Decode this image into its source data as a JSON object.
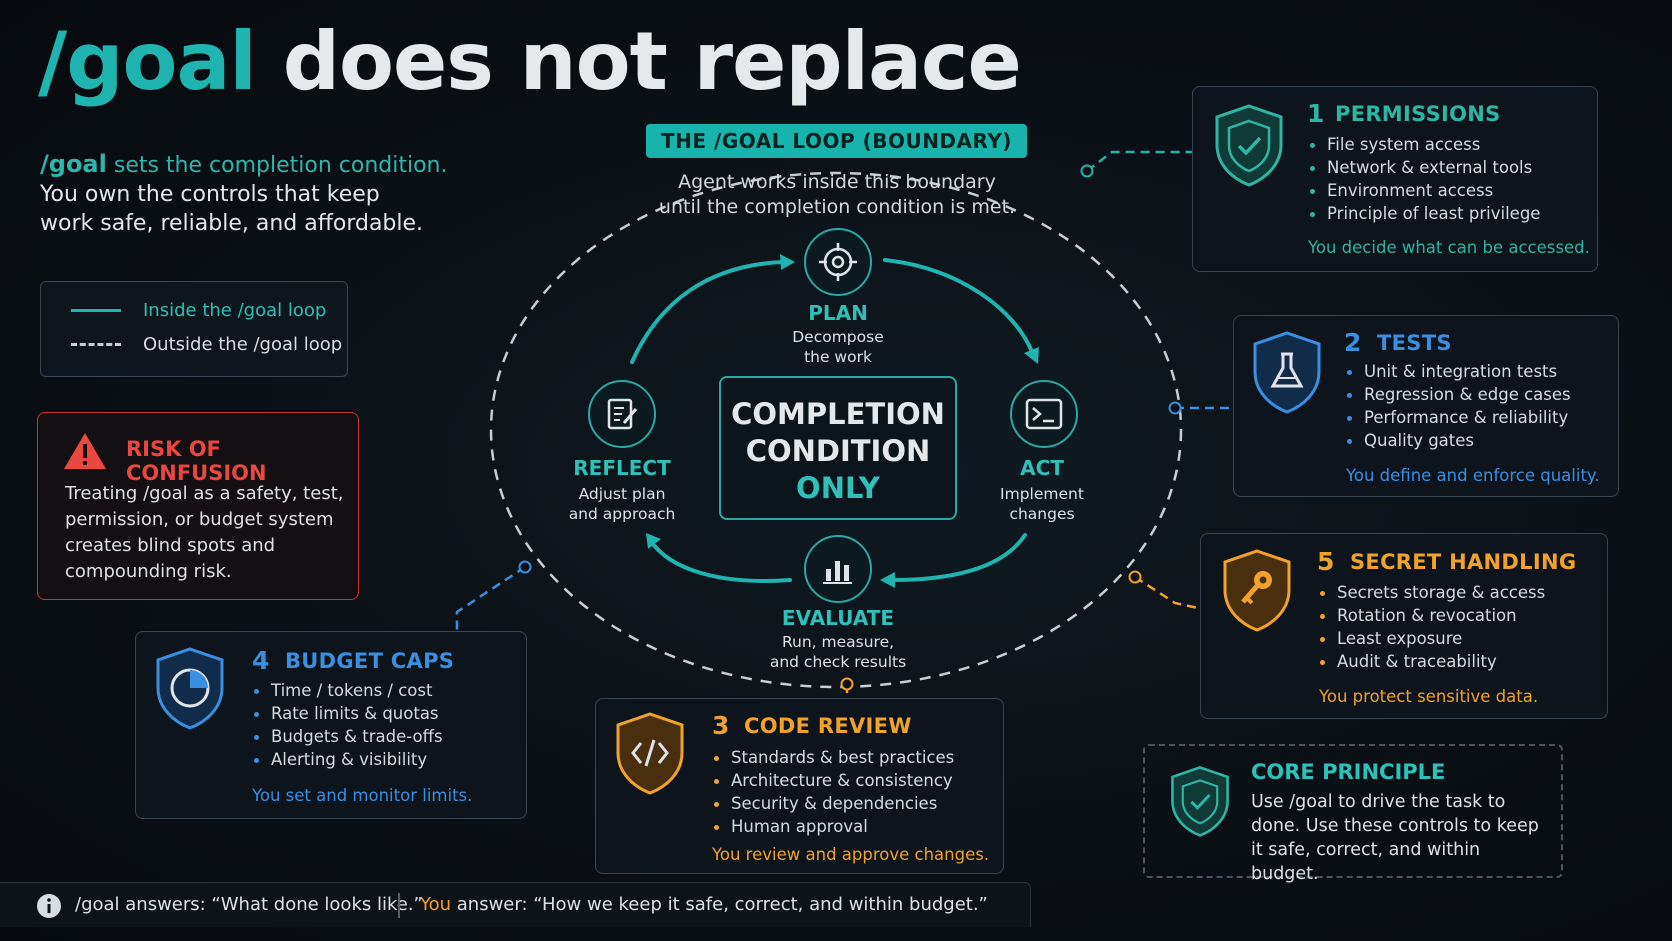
{
  "title": {
    "accent": "/goal",
    "rest": " does not replace"
  },
  "intro": {
    "cmd": "/goal",
    "line1_rest": " sets the completion condition.",
    "line2": "You own the controls that keep",
    "line3": "work safe, reliable, and affordable."
  },
  "legend": {
    "inside": "Inside the /goal loop",
    "outside": "Outside the /goal loop"
  },
  "risk": {
    "title": "RISK OF CONFUSION",
    "body": "Treating /goal as a safety, test, permission, or budget system creates blind spots and compounding risk."
  },
  "loop": {
    "label": "THE /GOAL LOOP (BOUNDARY)",
    "sub1": "Agent works inside this boundary",
    "sub2": "until the completion condition is met.",
    "center1": "COMPLETION",
    "center2": "CONDITION",
    "center3": "ONLY",
    "plan": {
      "label": "PLAN",
      "desc1": "Decompose",
      "desc2": "the work"
    },
    "act": {
      "label": "ACT",
      "desc1": "Implement",
      "desc2": "changes"
    },
    "evaluate": {
      "label": "EVALUATE",
      "desc1": "Run, measure,",
      "desc2": "and check results"
    },
    "reflect": {
      "label": "REFLECT",
      "desc1": "Adjust plan",
      "desc2": "and approach"
    }
  },
  "cards": {
    "permissions": {
      "num": "1",
      "title": "PERMISSIONS",
      "items": [
        "File system access",
        "Network & external tools",
        "Environment access",
        "Principle of least privilege"
      ],
      "foot": "You decide what can be accessed.",
      "color": "#2fb5a5"
    },
    "tests": {
      "num": "2",
      "title": "TESTS",
      "items": [
        "Unit & integration tests",
        "Regression & edge cases",
        "Performance & reliability",
        "Quality gates"
      ],
      "foot": "You define and enforce quality.",
      "color": "#3a8fe0"
    },
    "code_review": {
      "num": "3",
      "title": "CODE REVIEW",
      "items": [
        "Standards & best practices",
        "Architecture & consistency",
        "Security & dependencies",
        "Human approval"
      ],
      "foot": "You review and approve changes.",
      "color": "#f0a22a"
    },
    "budget": {
      "num": "4",
      "title": "BUDGET CAPS",
      "items": [
        "Time / tokens / cost",
        "Rate limits & quotas",
        "Budgets & trade-offs",
        "Alerting & visibility"
      ],
      "foot": "You set and monitor limits.",
      "color": "#3a8fe0"
    },
    "secrets": {
      "num": "5",
      "title": "SECRET HANDLING",
      "items": [
        "Secrets storage & access",
        "Rotation & revocation",
        "Least exposure",
        "Audit & traceability"
      ],
      "foot": "You protect sensitive data.",
      "color": "#f0a22a"
    }
  },
  "core": {
    "title": "CORE PRINCIPLE",
    "body": "Use /goal to drive the task to done. Use these controls to keep it safe, correct, and within budget."
  },
  "bottom": {
    "left": "/goal answers: “What done looks like.”",
    "you": "You",
    "right": " answer: “How we keep it safe, correct, and within budget.”"
  },
  "colors": {
    "teal": "#1fb4b0",
    "blue": "#3a8fe0",
    "orange": "#f0a22a",
    "red": "#e9473f"
  }
}
